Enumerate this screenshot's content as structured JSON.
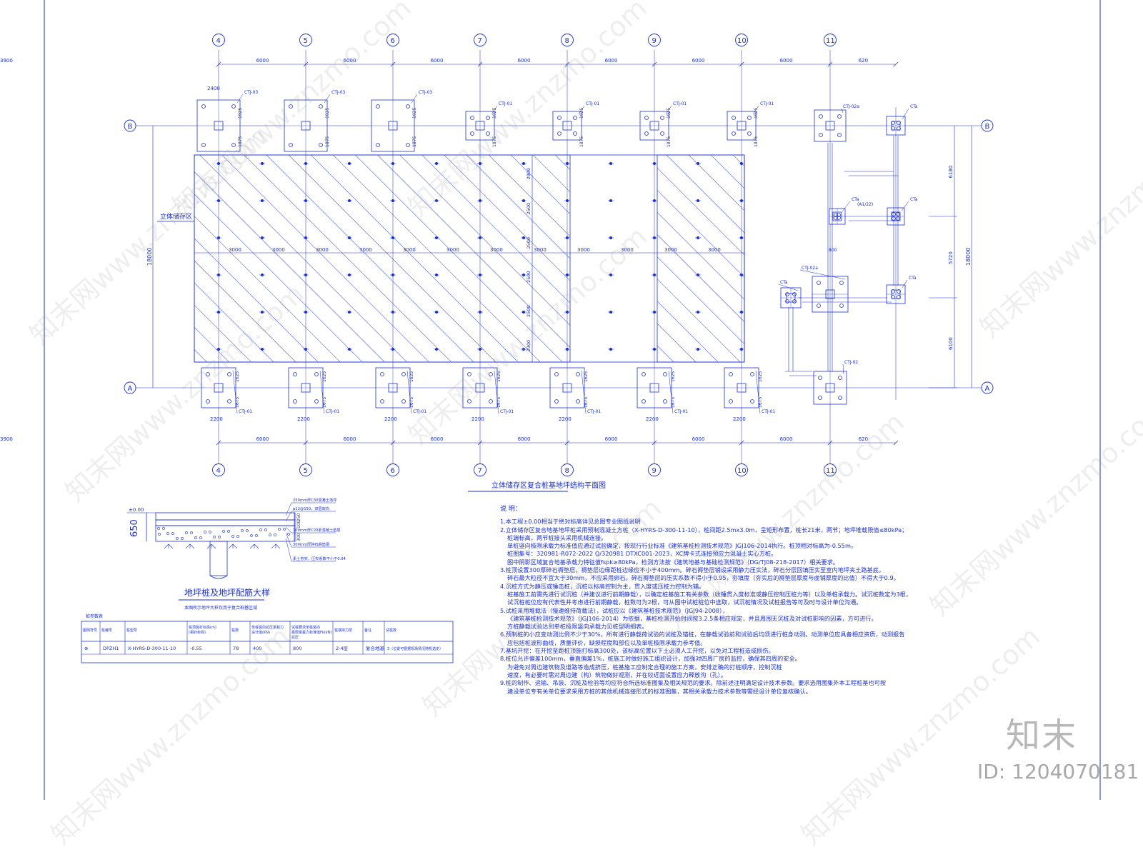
{
  "drawing": {
    "axes_top": [
      "4",
      "5",
      "6",
      "7",
      "8",
      "9",
      "10",
      "11"
    ],
    "axes_side": [
      "B",
      "A"
    ],
    "top_dims": [
      "6000",
      "6000",
      "6000",
      "6000",
      "6000",
      "6000",
      "6000",
      "620",
      "3900"
    ],
    "bottom_dims": [
      "6000",
      "6000",
      "6000",
      "6000",
      "6000",
      "6000",
      "6000",
      "620",
      "3900"
    ],
    "inner_dims": [
      "3000",
      "3000",
      "3000",
      "3000",
      "3000",
      "3000",
      "3000",
      "3000",
      "3000",
      "3000",
      "3000",
      "3000"
    ],
    "left_total": "18000",
    "right_total": "18000",
    "right_dims": [
      "6180",
      "5720",
      "6100"
    ],
    "pile_col_dims": [
      "2900",
      "2500",
      "2500",
      "2500",
      "2500",
      "2900"
    ],
    "cap_width_top": "2400",
    "cap_width_bottom": "2200",
    "cap_dims_top": [
      "1925",
      "1875"
    ],
    "cap_dims_bottom": [
      "1625",
      "1675"
    ],
    "cap_labels_top": [
      "CTJ-03",
      "CTJ-03",
      "CTJ-03",
      "CTJ-01",
      "CTJ-01",
      "CTJ-01",
      "CTJ-01",
      "CTJ-02a",
      "CTa"
    ],
    "cap_labels_bottom": [
      "CTJ-01",
      "CTJ-01",
      "CTJ-01",
      "CTJ-01",
      "CTJ-01",
      "CTJ-01",
      "CTJ-01",
      "CTJ-02"
    ],
    "cap_labels_mid": [
      "CTa",
      "CTa",
      "CTa",
      "CTJ-02a",
      "CTa"
    ],
    "bracket_label": "(A1/22)",
    "dim_800": "800",
    "zone_label": "立体储存区",
    "title": "立体储存区复合桩基地坪结构平面图"
  },
  "section": {
    "title": "地坪桩及地坪配筋大样",
    "sub": "本图所示地坪大样仅用于复合桩基区域",
    "depth": "650",
    "elev": "±0.00",
    "dim_250": "250",
    "dim_100": "100",
    "dim_300": "300",
    "callouts": [
      "250mm厚C30混凝土地坪",
      "φ12@150，双层双向",
      "100mm厚C20素混凝土垫层",
      "300mm厚碎石褥垫层",
      "素土夯实，压实系数不小于0.94"
    ]
  },
  "table": {
    "caption": "桩参数表",
    "headers": [
      "图例符号",
      "桩编号",
      "桩型号",
      "桩顶施打标高(m)\n(相对标高)",
      "桩数",
      "单桩竖向抗压承载力\n设计值(KN)",
      "试桩要求单桩竖向\n极限承载力标准值Fk(kN)\n抗压",
      "桩端持力层",
      "备注",
      "试桩数"
    ],
    "row": [
      "⊕",
      "DPZH1",
      "X-HYRS-D-300-11-10",
      "-0.55",
      "78",
      "400",
      "800",
      "2-4层",
      "复合地基",
      "3（位置可根据现场情况随机选定）"
    ]
  },
  "notes": {
    "heading": "说  明：",
    "lines": [
      "1.本工程±0.00相当于绝对标高详见总图专业图纸说明",
      "2.立体储存区复合地基地坪桩采用预制混凝土方桩（X-HYRS-D-300-11-10），桩间距2.5mx3.0m，呈矩形布置，桩长21米，两节；地坪堆载限值≤80kPa；",
      "  桩端标高，两节桩接头采用机械连接。",
      "  单桩竖向极限承载力标准值应通过试验确定，按现行行业标准《建筑基桩检测技术规范》JGJ106-2014执行。桩顶相对标高为-0.55m。",
      "  桩图集号：320981-R072-2022 Q/320981 DTXC001-2023，XC牌卡式连接预应力混凝土实心方桩。",
      "  图中阴影区域复合地基承载力特征值fspk≥80kPa，检测方法按《建筑地基与基础检测规范》（DG/TJ08-218-2017）相关要求。",
      "3.桩顶设置300厚碎石褥垫层，褥垫层边缘距桩边缘应不小于400mm。碎石褥垫层铺设采用静力压实法，碎石分层回填压实至室内地坪夹土路基底，",
      "  碎石最大粒径不宜大于30mm，不应采用卵石。碎石褥垫层的压实系数不得小于0.95，夯填度（夯实后的褥垫层厚度与虚铺厚度的比值）不得大于0.9。",
      "4.沉桩方式为静压或锤击桩，沉桩以标高控制为主，贯入度或压桩力控制为辅。",
      "  桩基施工前需先进行试沉桩（并建议进行前期静载），以确定桩基施工有关参数（收锤贯入度标准或静压控制压桩力等）以及单桩承载力。试沉桩数定为3根，",
      "  试沉桩桩位应有代表性并考虑进行前期静载，桩数可为2根，可从图中试桩桩位中选取，试沉桩情况及试桩报告等可及时与设计单位沟通。",
      "5.试桩采用堆载法（慢速维持荷载法），试桩应以《建筑基桩技术规范》（JGJ94-2008），",
      "  《建筑基桩检测技术规范》（JGJ106-2014）为依据，基桩检测开始时间按3.2.5条相应规定，并且周围无沉桩及对试桩影响的因素，方可进行。",
      "  方桩静载试验达到单桩极限竖向承载力见桩型明细表。",
      "6.预制桩的小应变动测比例不少于30%，所有进行静载荷试验的试桩及锚桩，在静载试验前和试验后均须进行桩身动测。动测单位应具备相应资质，动测报告",
      "  应包括桩波形曲线，质量评价，缺损程度和部位以及单桩极限承载力参考值。",
      "7.基坑开挖：在开挖至距桩顶施打标高300处，该标高位置以下土必须人工开挖，以免对工程桩造成损伤。",
      "8.桩位允许偏差100mm，垂直偏差1%，桩施工时做好施工组织设计，加强对四周厂房的监控，确保其四周的安全。",
      "  为避免对周边建筑物及道路等造成挤压，桩基施工应制定合理的施工方案，安排正确的打桩顺序，控制沉桩",
      "  速度，有必要时需对周边建（构）筑物做好观测，并在较近面设置应力释放沟（孔）。",
      "9.桩的制作、运输、吊装、沉桩及检验等均应符合所选标准图集及相关规范的要求。除前述注明满足设计技术参数。要求选用图集外本工程桩基也可按",
      "  建设单位专有关单位要求采用方桩的其他机械连接形式的标准图集，其相关承载力技术参数等需经设计单位复核确认。"
    ]
  },
  "watermark": {
    "brand": "知末",
    "id": "ID: 1204070181",
    "diag": "知末网www.znzmo.com"
  },
  "colors": {
    "line": "#1a2fd6",
    "hatch": "#1a2fd6",
    "watermark": "#b8b8b8"
  }
}
